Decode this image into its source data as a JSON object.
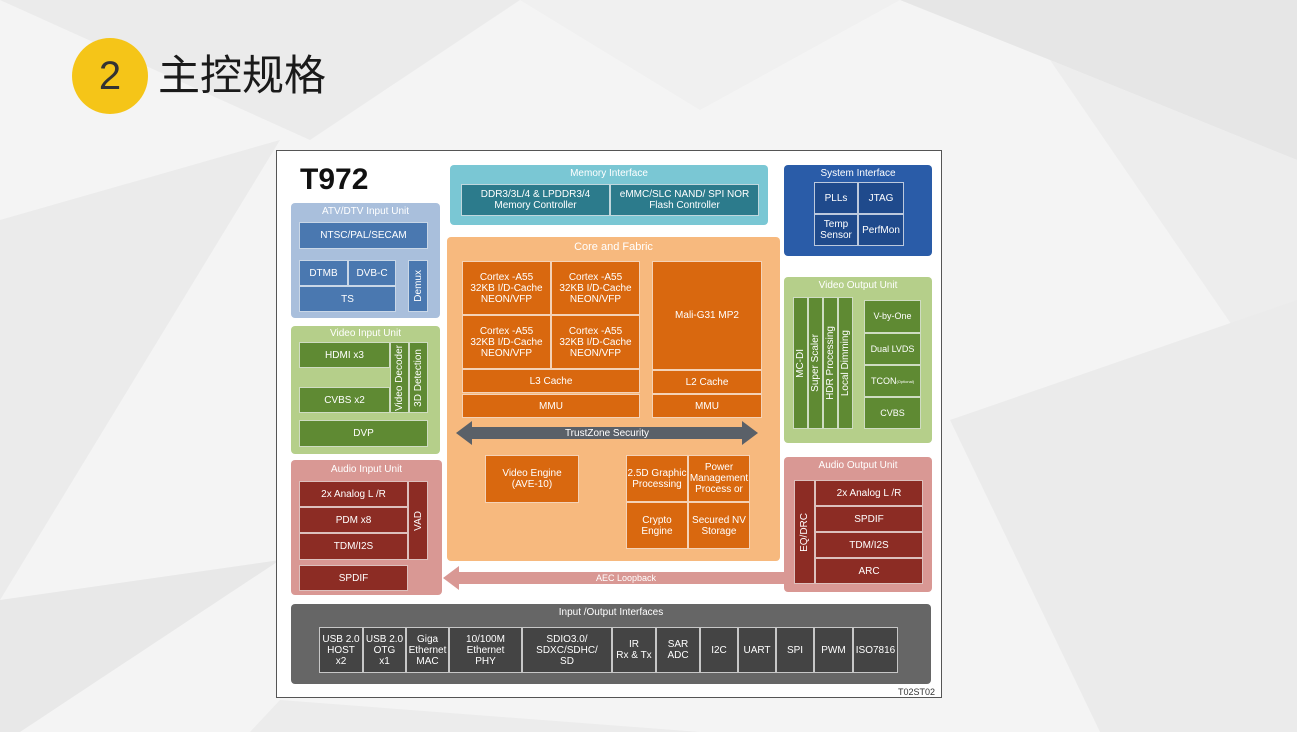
{
  "slide": {
    "number": "2",
    "title": "主控规格"
  },
  "diagram": {
    "chip": "T972",
    "code": "T02ST02",
    "memory": {
      "title": "Memory Interface",
      "ddr": "DDR3/3L/4 & LPDDR3/4 Memory Controller",
      "emmc": "eMMC/SLC NAND/ SPI NOR Flash Controller"
    },
    "system": {
      "title": "System Interface",
      "plls": "PLLs",
      "jtag": "JTAG",
      "temp": "Temp Sensor",
      "perfmon": "PerfMon"
    },
    "atv": {
      "title": "ATV/DTV Input Unit",
      "ntsc": "NTSC/PAL/SECAM",
      "dtmb": "DTMB",
      "dvbc": "DVB-C",
      "ts": "TS",
      "demux": "Demux"
    },
    "vin": {
      "title": "Video Input Unit",
      "hdmi": "HDMI x3",
      "cvbs": "CVBS x2",
      "dvp": "DVP",
      "decoder": "Video Decoder",
      "detect": "3D Detection"
    },
    "ain": {
      "title": "Audio Input Unit",
      "analog": "2x Analog L /R",
      "pdm": "PDM x8",
      "tdm": "TDM/I2S",
      "spdif": "SPDIF",
      "vad": "VAD"
    },
    "core": {
      "title": "Core and Fabric",
      "cpu1": "Cortex -A55\n32KB I/D-Cache\nNEON/VFP",
      "cpu2": "Cortex -A55\n32KB I/D-Cache\nNEON/VFP",
      "cpu3": "Cortex -A55\n32KB I/D-Cache\nNEON/VFP",
      "cpu4": "Cortex -A55\n32KB I/D-Cache\nNEON/VFP",
      "l3": "L3 Cache",
      "mmu1": "MMU",
      "gpu": "Mali-G31 MP2",
      "l2": "L2 Cache",
      "mmu2": "MMU",
      "trustzone": "TrustZone Security",
      "video_engine": "Video Engine\n(AVE-10)",
      "graphic": "2.5D Graphic\nProcessing",
      "power": "Power\nManagement\nProcess or",
      "crypto": "Crypto\nEngine",
      "secured": "Secured NV\nStorage"
    },
    "vout": {
      "title": "Video Output Unit",
      "mcdi": "MC-DI",
      "scaler": "Super Scaler",
      "hdr": "HDR Processing",
      "dimming": "Local Dimming",
      "vbyone": "V-by-One",
      "lvds": "Dual LVDS",
      "tcon": "TCON",
      "tcon_sub": "(Optional)",
      "cvbs": "CVBS"
    },
    "aout": {
      "title": "Audio Output Unit",
      "eq": "EQ/DRC",
      "analog": "2x Analog L /R",
      "spdif": "SPDIF",
      "tdm": "TDM/I2S",
      "arc": "ARC"
    },
    "aec": "AEC Loopback",
    "io": {
      "title": "Input /Output Interfaces",
      "items": [
        "USB 2.0\nHOST\nx2",
        "USB 2.0\nOTG\nx1",
        "Giga\nEthernet\nMAC",
        "10/100M\nEthernet\nPHY",
        "SDIO3.0/\nSDXC/SDHC/\nSD",
        "IR\nRx & Tx",
        "SAR\nADC",
        "I2C",
        "UART",
        "SPI",
        "PWM",
        "ISO7816"
      ]
    }
  }
}
